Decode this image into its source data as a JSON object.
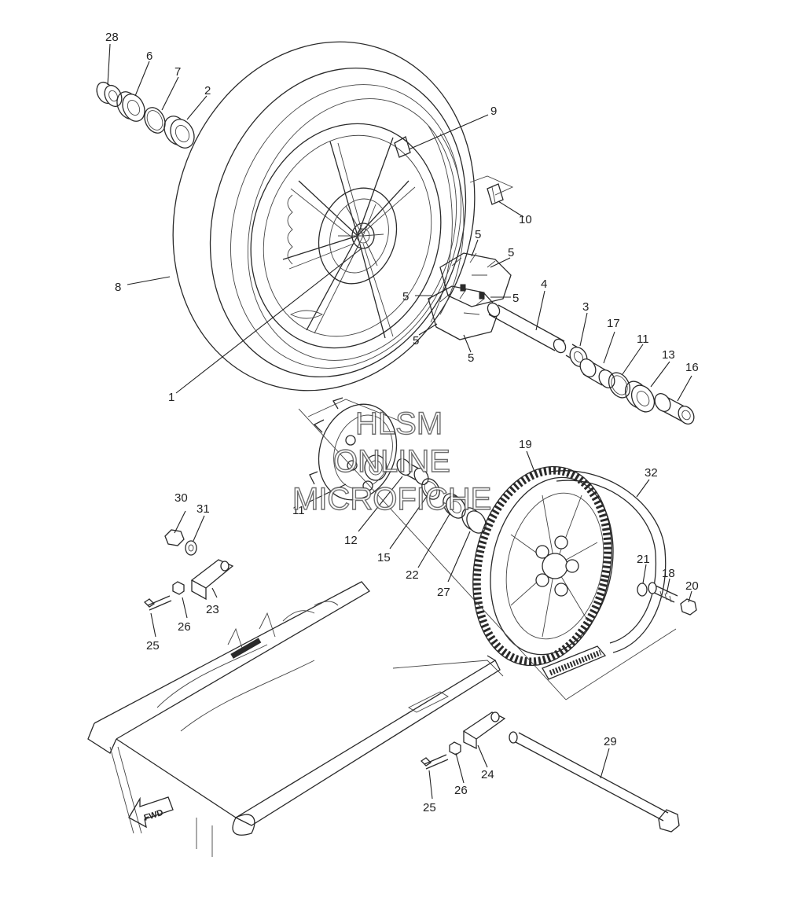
{
  "watermark": {
    "line1": "HLSM",
    "line2": "ONLINE",
    "line3": "MICROFICHE"
  },
  "fwd_label": "FWD",
  "callouts": [
    {
      "id": "c28",
      "text": "28"
    },
    {
      "id": "c6",
      "text": "6"
    },
    {
      "id": "c7",
      "text": "7"
    },
    {
      "id": "c2",
      "text": "2"
    },
    {
      "id": "c9",
      "text": "9"
    },
    {
      "id": "c10",
      "text": "10"
    },
    {
      "id": "c8",
      "text": "8"
    },
    {
      "id": "c1",
      "text": "1"
    },
    {
      "id": "c5a",
      "text": "5"
    },
    {
      "id": "c5b",
      "text": "5"
    },
    {
      "id": "c5c",
      "text": "5"
    },
    {
      "id": "c5d",
      "text": "5"
    },
    {
      "id": "c5e",
      "text": "5"
    },
    {
      "id": "c5f",
      "text": "5"
    },
    {
      "id": "c4",
      "text": "4"
    },
    {
      "id": "c3",
      "text": "3"
    },
    {
      "id": "c17",
      "text": "17"
    },
    {
      "id": "c11b",
      "text": "11"
    },
    {
      "id": "c13",
      "text": "13"
    },
    {
      "id": "c16",
      "text": "16"
    },
    {
      "id": "c19",
      "text": "19"
    },
    {
      "id": "c32",
      "text": "32"
    },
    {
      "id": "c11",
      "text": "11"
    },
    {
      "id": "c12",
      "text": "12"
    },
    {
      "id": "c15",
      "text": "15"
    },
    {
      "id": "c22",
      "text": "22"
    },
    {
      "id": "c27",
      "text": "27"
    },
    {
      "id": "c21",
      "text": "21"
    },
    {
      "id": "c18",
      "text": "18"
    },
    {
      "id": "c20",
      "text": "20"
    },
    {
      "id": "c30",
      "text": "30"
    },
    {
      "id": "c31",
      "text": "31"
    },
    {
      "id": "c23",
      "text": "23"
    },
    {
      "id": "c26a",
      "text": "26"
    },
    {
      "id": "c25a",
      "text": "25"
    },
    {
      "id": "c29",
      "text": "29"
    },
    {
      "id": "c24",
      "text": "24"
    },
    {
      "id": "c26b",
      "text": "26"
    },
    {
      "id": "c25b",
      "text": "25"
    }
  ]
}
